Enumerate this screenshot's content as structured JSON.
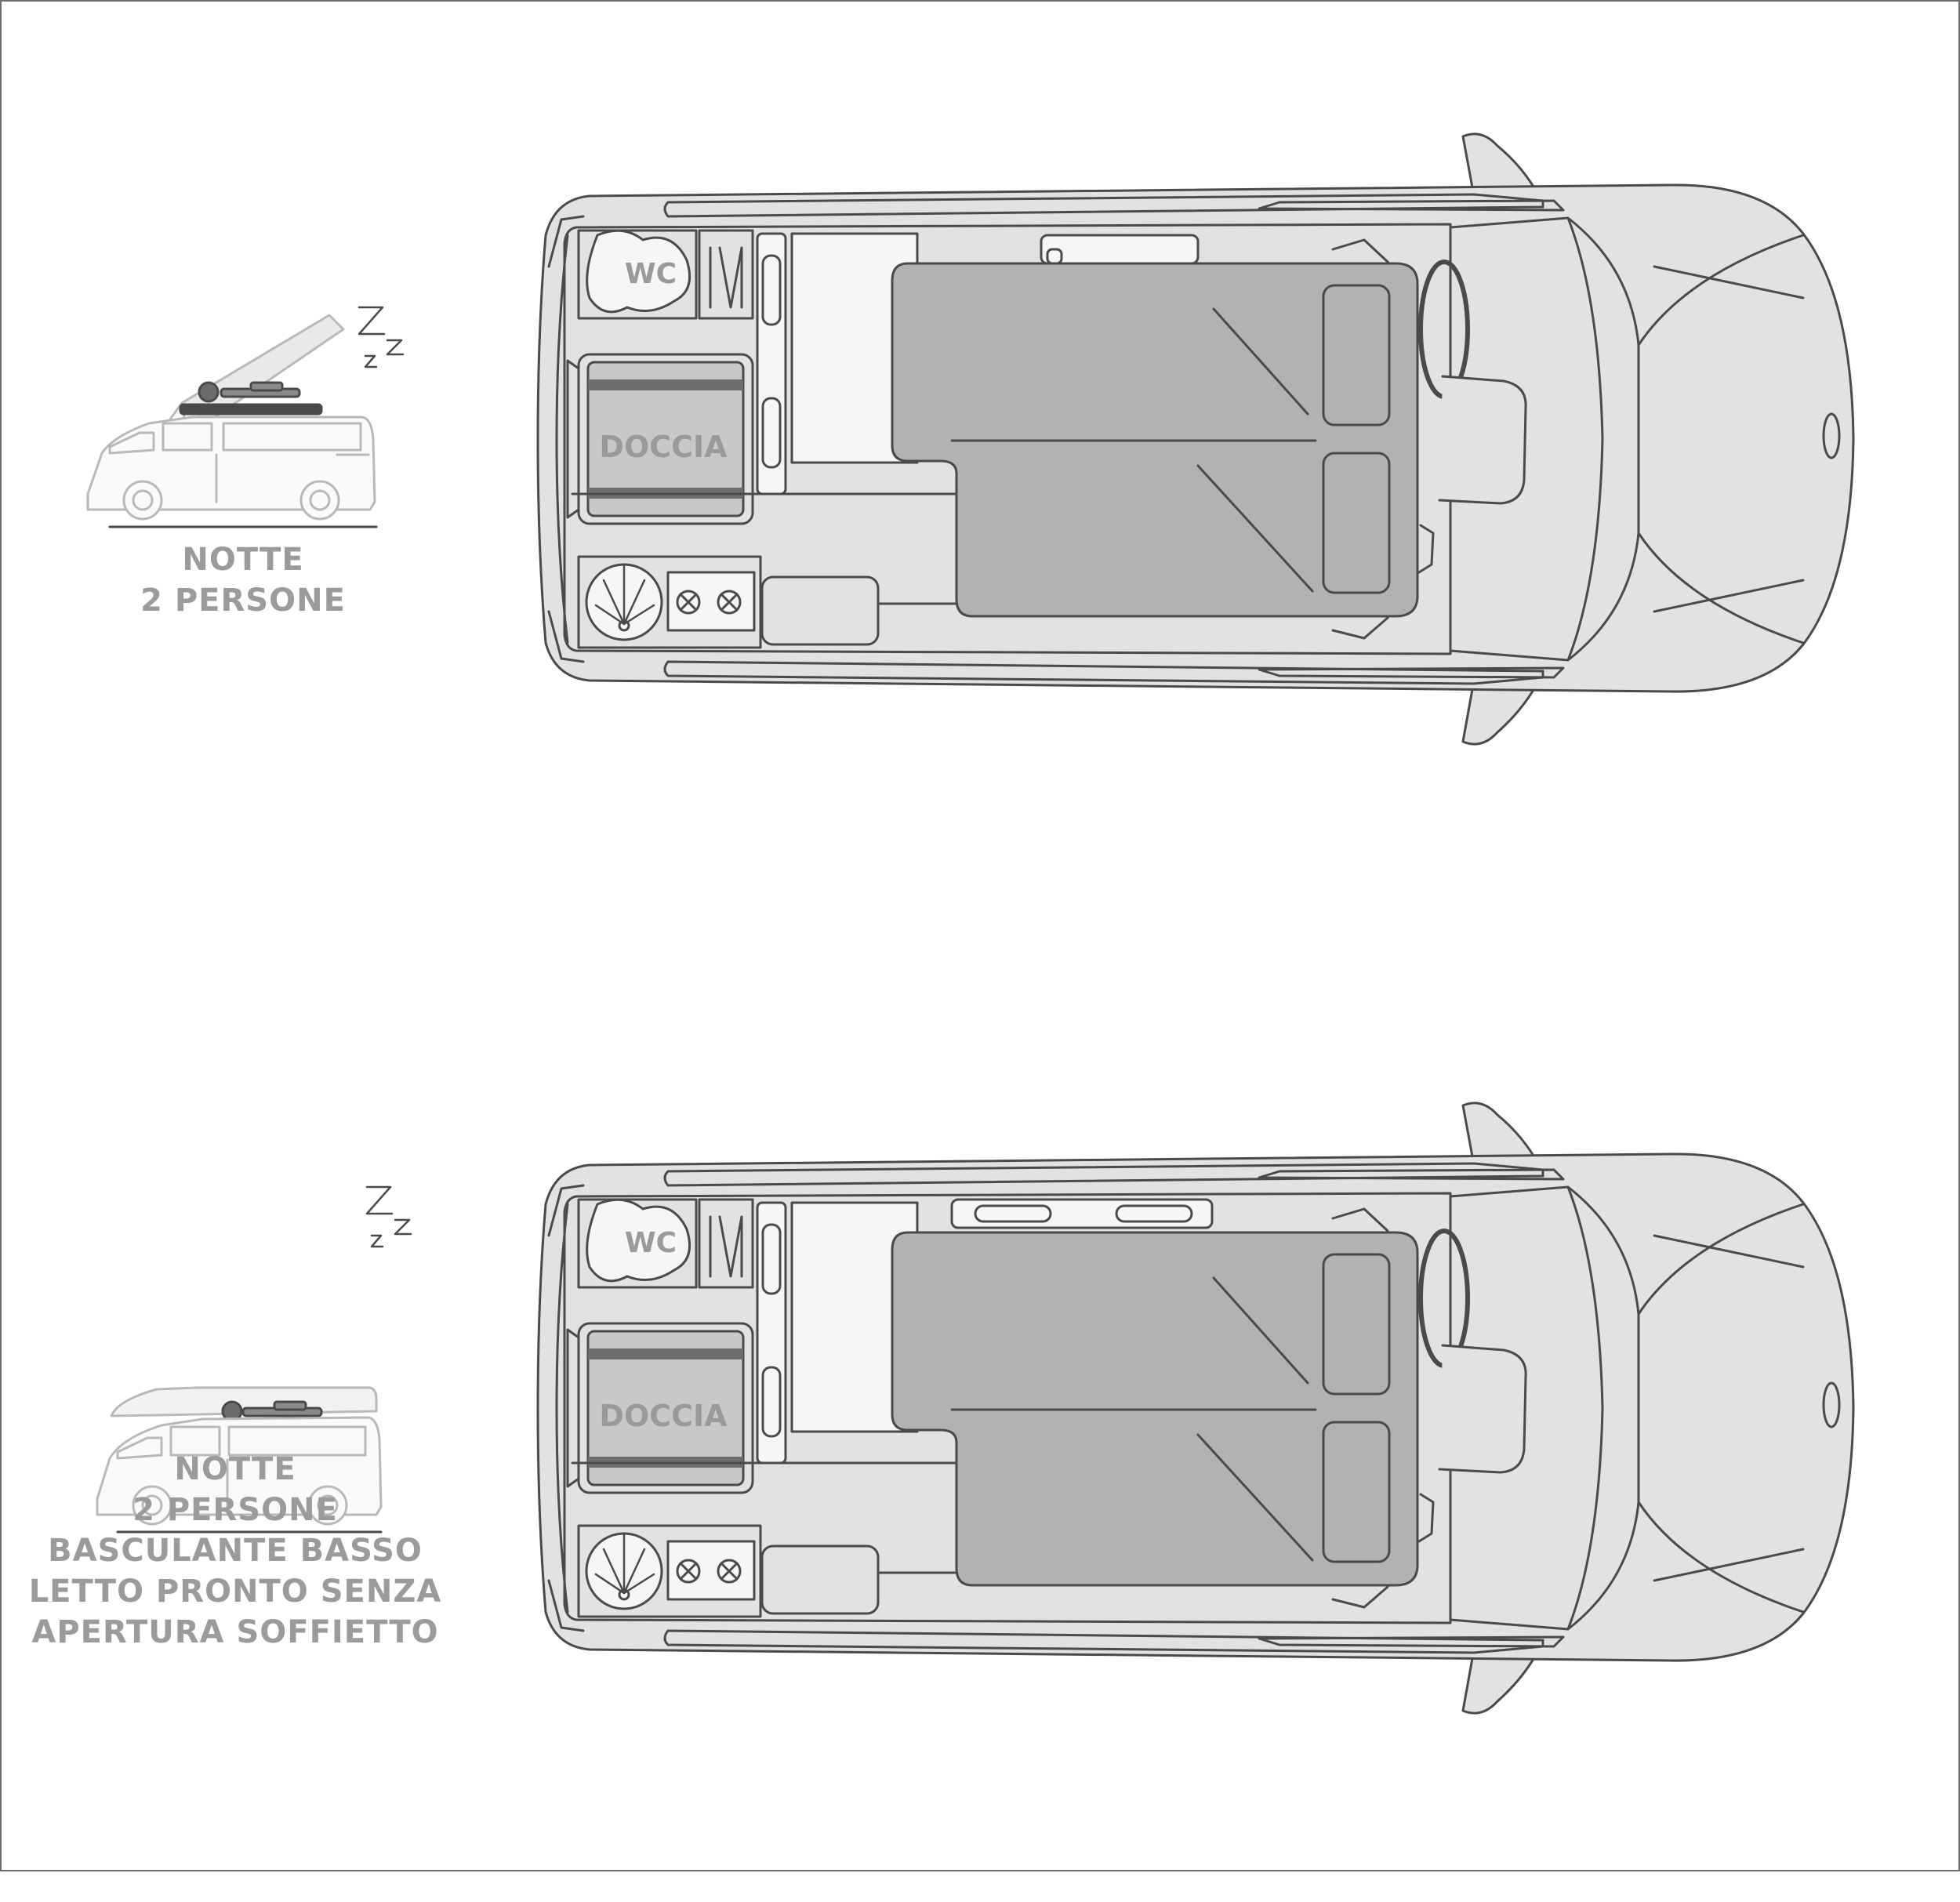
{
  "panels": [
    {
      "caption_lines": [
        "NOTTE",
        "2 PERSONE"
      ],
      "labels": {
        "wc": "WC",
        "shower": "DOCCIA"
      },
      "roof": "pop-up-open"
    },
    {
      "caption_lines": [
        "NOTTE",
        "2 PERSONE",
        "BASCULANTE BASSO",
        "LETTO PRONTO SENZA",
        "APERTURA SOFFIETTO"
      ],
      "labels": {
        "wc": "WC",
        "shower": "DOCCIA"
      },
      "roof": "closed"
    }
  ],
  "colors": {
    "outline": "#4a4a4a",
    "body_fill": "#e2e2e2",
    "bed_fill": "#b2b2b2",
    "white_fill": "#f6f6f6",
    "label": "#9a9a9a"
  }
}
